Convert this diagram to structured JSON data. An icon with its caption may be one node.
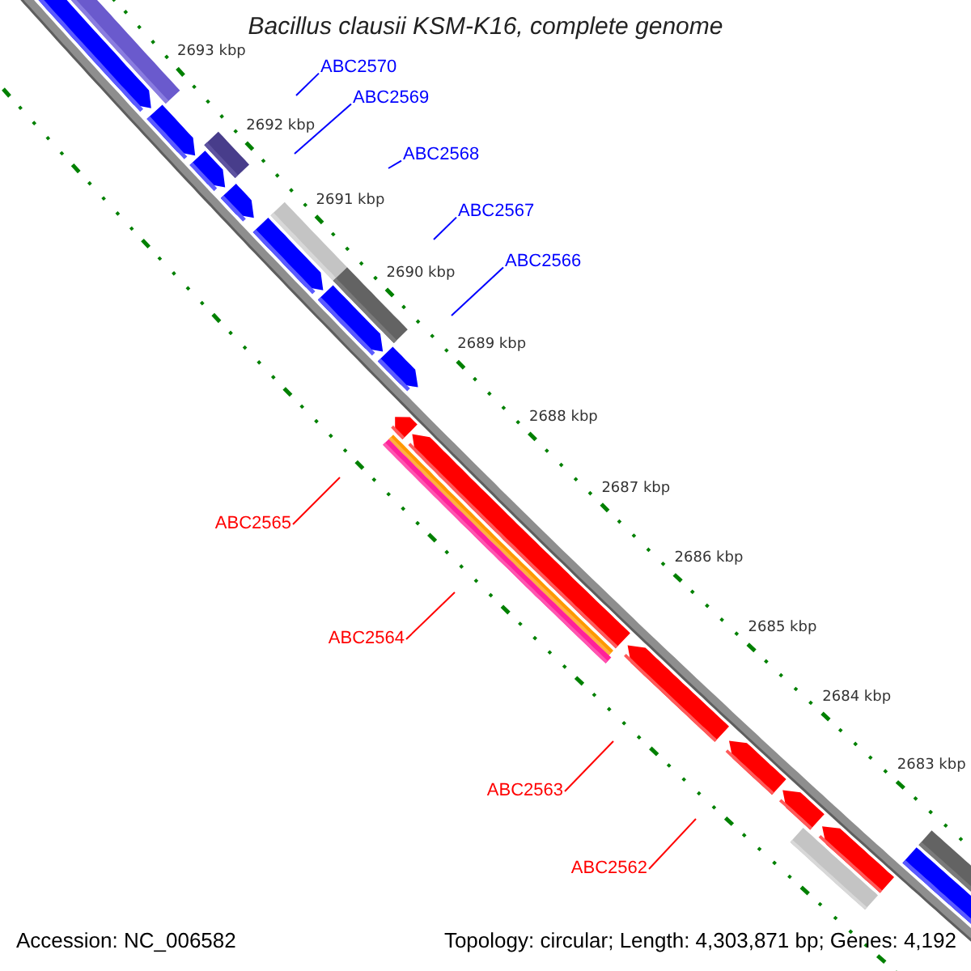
{
  "diagram": {
    "title": "Bacillus clausii KSM-K16, complete genome",
    "nodes": [
      {
        "text": [
          "ABC2570"
        ]
      },
      {
        "text": [
          "ABC2569"
        ]
      },
      {
        "text": [
          "ABC2568"
        ]
      },
      {
        "text": [
          "ABC2567"
        ]
      },
      {
        "text": [
          "ABC2566"
        ]
      },
      {
        "text": [
          "ABC2565"
        ]
      },
      {
        "text": [
          "ABC2564"
        ]
      },
      {
        "text": [
          "ABC2563"
        ]
      },
      {
        "text": [
          "ABC2562"
        ]
      }
    ],
    "edges": [
      {
        "from": 0,
        "to": null,
        "arrow": "none"
      },
      {
        "from": 1,
        "to": null,
        "arrow": "none"
      },
      {
        "from": 2,
        "to": null,
        "arrow": "none"
      },
      {
        "from": 3,
        "to": null,
        "arrow": "none"
      },
      {
        "from": 4,
        "to": null,
        "arrow": "none"
      },
      {
        "from": 5,
        "to": null,
        "arrow": "none",
        "color": "#ff0000"
      },
      {
        "from": 6,
        "to": null,
        "arrow": "none",
        "color": "#ff0000"
      },
      {
        "from": 7,
        "to": null,
        "arrow": "none",
        "color": "#ff0000"
      },
      {
        "from": 8,
        "to": null,
        "arrow": "none",
        "color": "#ff0000"
      }
    ],
    "labels": [
      "2693 kbp",
      "2692 kbp",
      "2691 kbp",
      "2690 kbp",
      "2689 kbp",
      "2688 kbp",
      "2687 kbp",
      "2686 kbp",
      "2685 kbp",
      "2684 kbp",
      "2683 kbp",
      "Accession: NC_006582",
      "Topology: circular; Length: 4,303,871 bp; Genes: 4,192"
    ]
  }
}
